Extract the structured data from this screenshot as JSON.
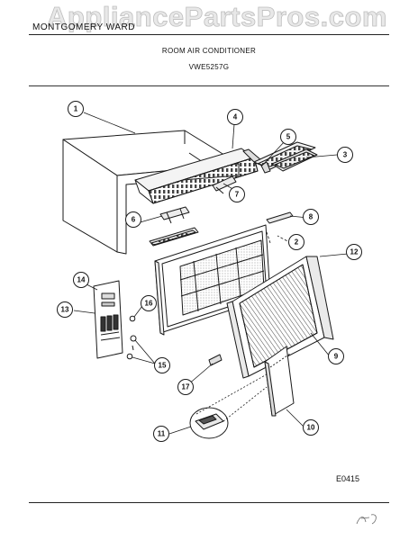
{
  "watermark": "AppliancePartsPros.com",
  "header": {
    "brand": "MONTGOMERY WARD"
  },
  "document": {
    "title": "ROOM AIR CONDITIONER",
    "model": "VWE5257G"
  },
  "diagram_code": "E0415",
  "handwritten_note": "A3",
  "callouts": [
    {
      "id": "1",
      "label": "1"
    },
    {
      "id": "2",
      "label": "2"
    },
    {
      "id": "3",
      "label": "3"
    },
    {
      "id": "4",
      "label": "4"
    },
    {
      "id": "5",
      "label": "5"
    },
    {
      "id": "6",
      "label": "6"
    },
    {
      "id": "7",
      "label": "7"
    },
    {
      "id": "8",
      "label": "8"
    },
    {
      "id": "9",
      "label": "9"
    },
    {
      "id": "10",
      "label": "10"
    },
    {
      "id": "11",
      "label": "11"
    },
    {
      "id": "12",
      "label": "12"
    },
    {
      "id": "13",
      "label": "13"
    },
    {
      "id": "14",
      "label": "14"
    },
    {
      "id": "15",
      "label": "15"
    },
    {
      "id": "16",
      "label": "16"
    },
    {
      "id": "17",
      "label": "17"
    }
  ],
  "colors": {
    "ink": "#1a1a1a",
    "watermark": "#d9d9d9",
    "background": "#ffffff"
  }
}
